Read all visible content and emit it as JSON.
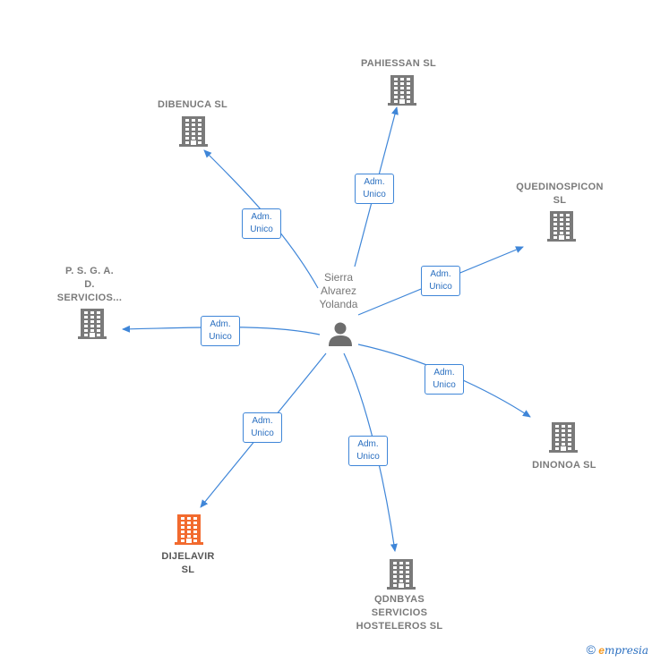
{
  "center": {
    "label": "Sierra\nAlvarez\nYolanda",
    "icon": "person-icon"
  },
  "companies": [
    {
      "id": "pahiessan",
      "label": "PAHIESSAN  SL",
      "color": "#7a7a7a",
      "icon": "building-icon",
      "edge": "Adm.\nUnico"
    },
    {
      "id": "dibenuca",
      "label": "DIBENUCA  SL",
      "color": "#7a7a7a",
      "icon": "building-icon",
      "edge": "Adm.\nUnico"
    },
    {
      "id": "quedinospicon",
      "label": "QUEDINOSPICON\nSL",
      "color": "#7a7a7a",
      "icon": "building-icon",
      "edge": "Adm.\nUnico"
    },
    {
      "id": "psgad",
      "label": "P.  S.  G.  A.\nD.\nSERVICIOS...",
      "color": "#7a7a7a",
      "icon": "building-icon",
      "edge": "Adm.\nUnico"
    },
    {
      "id": "dinonoa",
      "label": "DINONOA  SL",
      "color": "#7a7a7a",
      "icon": "building-icon",
      "edge": "Adm.\nUnico"
    },
    {
      "id": "dijelavir",
      "label": "DIJELAVIR\nSL",
      "color": "#f26a2e",
      "icon": "building-icon",
      "edge": "Adm.\nUnico",
      "highlight": true
    },
    {
      "id": "qdnbyas",
      "label": "QDNBYAS\nSERVICIOS\nHOSTELEROS SL",
      "color": "#7a7a7a",
      "icon": "building-icon",
      "edge": "Adm.\nUnico"
    }
  ],
  "footer": {
    "copyright": "©",
    "brand_initial": "e",
    "brand_rest": "mpresia"
  },
  "colors": {
    "edge": "#3f86d8",
    "building": "#7a7a7a",
    "highlight": "#f26a2e"
  }
}
